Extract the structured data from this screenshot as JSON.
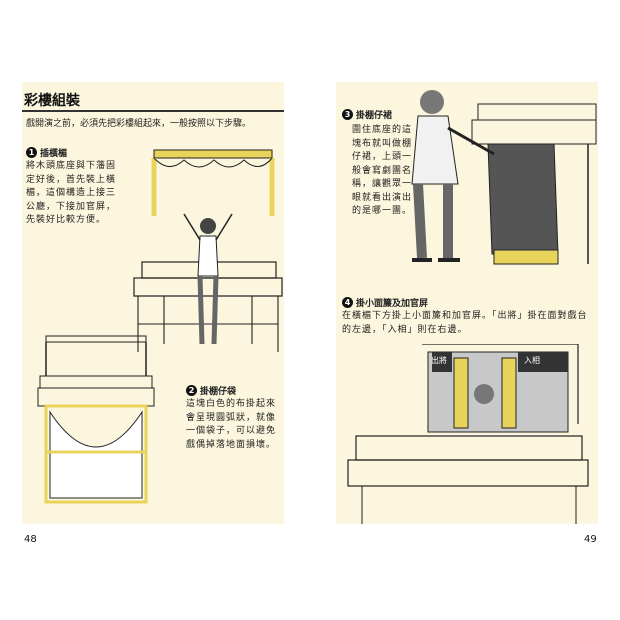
{
  "left_page": {
    "title": "彩樓組裝",
    "intro": "戲開演之前，必須先把彩樓組起來，一般按照以下步驟。",
    "page_number": "48",
    "steps": [
      {
        "number": "1",
        "heading": "插橫楣",
        "text": "將木頭底座與下藩固定好後，首先裝上橫楣，這個構造上接三公廳，下接加官屏，先裝好比較方便。"
      },
      {
        "number": "2",
        "heading": "掛棚仔袋",
        "text": "這塊白色的布掛起來會呈現圓弧狀，就像一個袋子，可以避免戲偶掉落地面損壞。"
      }
    ]
  },
  "right_page": {
    "page_number": "49",
    "steps": [
      {
        "number": "3",
        "heading": "掛棚仔裙",
        "text": "圍住底座的這塊布就叫做棚仔裙，上頭一般會寫劇團名稱，讓觀眾一眼就看出演出的是哪一團。"
      },
      {
        "number": "4",
        "heading": "掛小面簾及加官屏",
        "text": "在橫楣下方掛上小面簾和加官屏。「出將」掛在面對戲台的左邊，「入相」則在右邊。"
      }
    ],
    "curtain_labels": [
      "出將",
      "入相"
    ]
  },
  "colors": {
    "page_bg": "#fbf6dd",
    "highlight": "#e8d45a",
    "ink": "#222222"
  }
}
